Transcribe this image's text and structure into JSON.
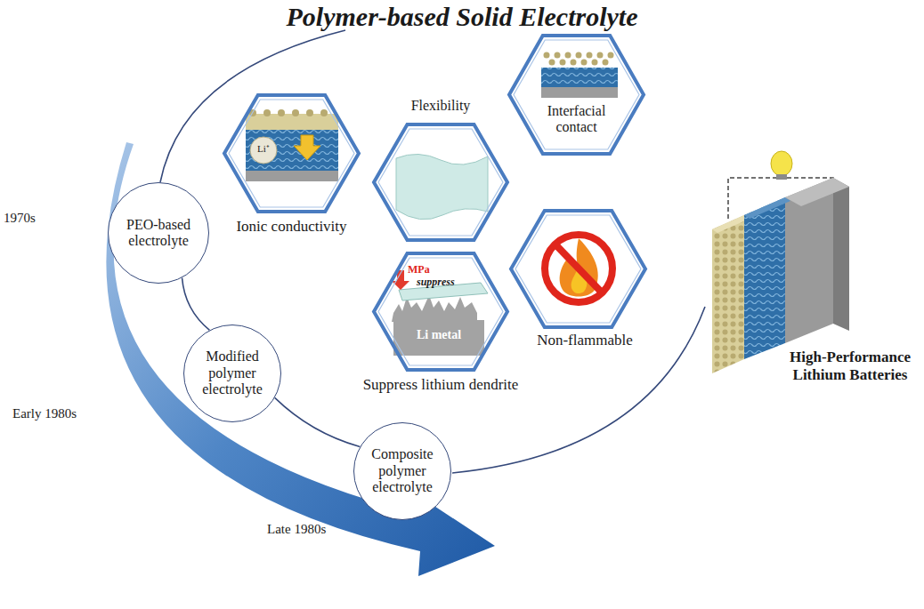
{
  "diagram": {
    "title": "Polymer-based Solid Electrolyte",
    "nodes": [
      {
        "text": [
          "PEO-based electrolyte"
        ]
      },
      {
        "text": [
          "Modified polymer electrolyte"
        ]
      },
      {
        "text": [
          "Composite polymer electrolyte"
        ]
      },
      {
        "text": [
          "Li⁺",
          "Ionic conductivity"
        ]
      },
      {
        "text": [
          "Flexibility"
        ]
      },
      {
        "text": [
          "Interfacial contact"
        ]
      },
      {
        "text": [
          "MPa",
          "suppress",
          "Li metal",
          "Suppress lithium dendrite"
        ]
      },
      {
        "text": [
          "Non-flammable"
        ]
      }
    ],
    "edges": [
      {
        "from": 0,
        "to": 1,
        "arrow": "none"
      },
      {
        "from": 1,
        "to": 2,
        "arrow": "none"
      }
    ],
    "labels": [
      "1970s",
      "Early 1980s",
      "Late 1980s",
      "High-Performance Lithium Batteries"
    ]
  }
}
